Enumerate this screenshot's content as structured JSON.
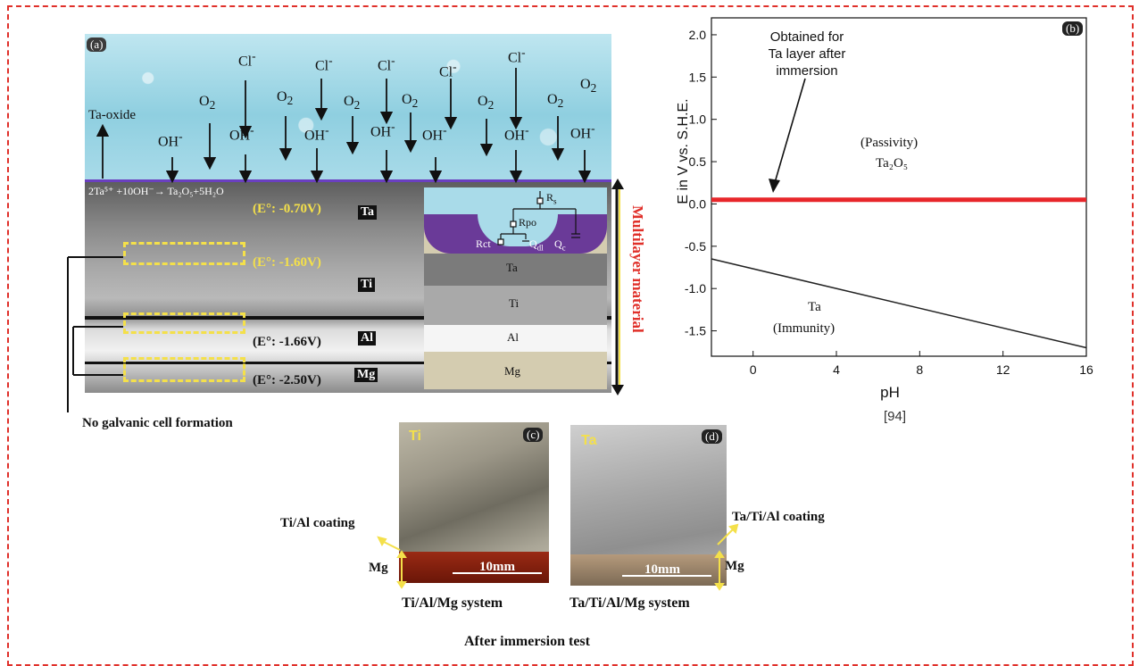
{
  "panel_a": {
    "label": "(a)",
    "ions": {
      "cl": "Cl",
      "o2": "O",
      "oh": "OH",
      "minus": "-",
      "sub2": "2"
    },
    "ta_oxide": "Ta-oxide",
    "reaction": "2Ta⁵⁺ +10OH⁻→ Ta₂O₅+5H₂O",
    "potentials": [
      "(E°: -0.70V)",
      "(E°: -1.60V)",
      "(E°: -1.66V)",
      "(E°: -2.50V)"
    ],
    "layer_tags": [
      "Ta",
      "Ti",
      "Al",
      "Mg"
    ],
    "inset_layers": [
      "Ta",
      "Ti",
      "Al",
      "Mg"
    ],
    "circuit_labels": {
      "rs": "R",
      "rs_sub": "s",
      "rpo": "Rpo",
      "rct": "Rct",
      "qdl": "Q",
      "qdl_sub": "dl",
      "qc": "Q",
      "qc_sub": "c"
    },
    "multilayer_label": "Multilayer material",
    "no_galvanic": "No galvanic cell formation"
  },
  "panel_b": {
    "label": "(b)",
    "annotation": "Obtained for Ta layer after immersion",
    "annotation_lines": [
      "Obtained for",
      "Ta layer after",
      "immersion"
    ],
    "passivity": "(Passivity)",
    "ta2o5": "Ta₂O₅",
    "ta": "Ta",
    "immunity": "(Immunity)",
    "reference": "[94]"
  },
  "chart_data": {
    "type": "line",
    "xlabel": "pH",
    "ylabel": "E in V vs. S.H.E.",
    "xlim": [
      -2,
      16
    ],
    "ylim": [
      -1.8,
      2.2
    ],
    "xticks": [
      0,
      4,
      8,
      12,
      16
    ],
    "yticks": [
      2.0,
      1.5,
      1.0,
      0.5,
      0.0,
      -0.5,
      -1.0,
      -1.5
    ],
    "series": [
      {
        "x": [
          -2,
          16
        ],
        "y": [
          0.05,
          0.05
        ],
        "color": "#e8262a"
      },
      {
        "x": [
          -2,
          16
        ],
        "y": [
          -0.65,
          -1.7
        ],
        "color": "#222222"
      }
    ]
  },
  "panel_c": {
    "label": "(c)",
    "metal": "Ti",
    "scale": "10mm",
    "coating": "Ti/Al coating",
    "substrate": "Mg",
    "caption": "Ti/Al/Mg system"
  },
  "panel_d": {
    "label": "(d)",
    "metal": "Ta",
    "scale": "10mm",
    "coating": "Ta/Ti/Al coating",
    "substrate": "Mg",
    "caption": "Ta/Ti/Al/Mg system"
  },
  "footer": "After immersion test",
  "colors": {
    "frame": "#e0302a",
    "passive_line": "#e8262a",
    "yellow": "#f4e04a",
    "purple": "#6a3fc0"
  }
}
